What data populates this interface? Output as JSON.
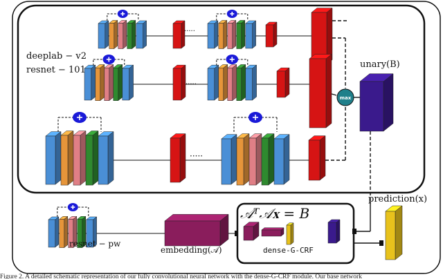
{
  "labels": {
    "deeplab": "deeplab − v2",
    "resnet101": "resnet − 101",
    "unary": "unary(B)",
    "max_node": "max",
    "plus_symbol": "+",
    "ellipsis": "·····",
    "resnet_pw": "resnet − pw",
    "embedding": "embedding(𝒜)",
    "equation": "𝒜ᵀ𝒜𝐱 = B",
    "dense_crf": "dense-G-CRF",
    "prediction": "prediction(x)"
  },
  "caption": "Figure 2. A detailed schematic representation of our fully convolutional neural network with the dense-G-CRF module. Our base network",
  "colors": {
    "blue": "#4a8fd6",
    "orange": "#e6953a",
    "pink": "#e07f86",
    "green": "#2f8a2f",
    "red": "#d61414",
    "purple": "#3a1a8c",
    "teal": "#1f7f8a",
    "magenta": "#8a1d5c",
    "yellow": "#e8c21c",
    "plus_blue": "#1a1ad8"
  }
}
